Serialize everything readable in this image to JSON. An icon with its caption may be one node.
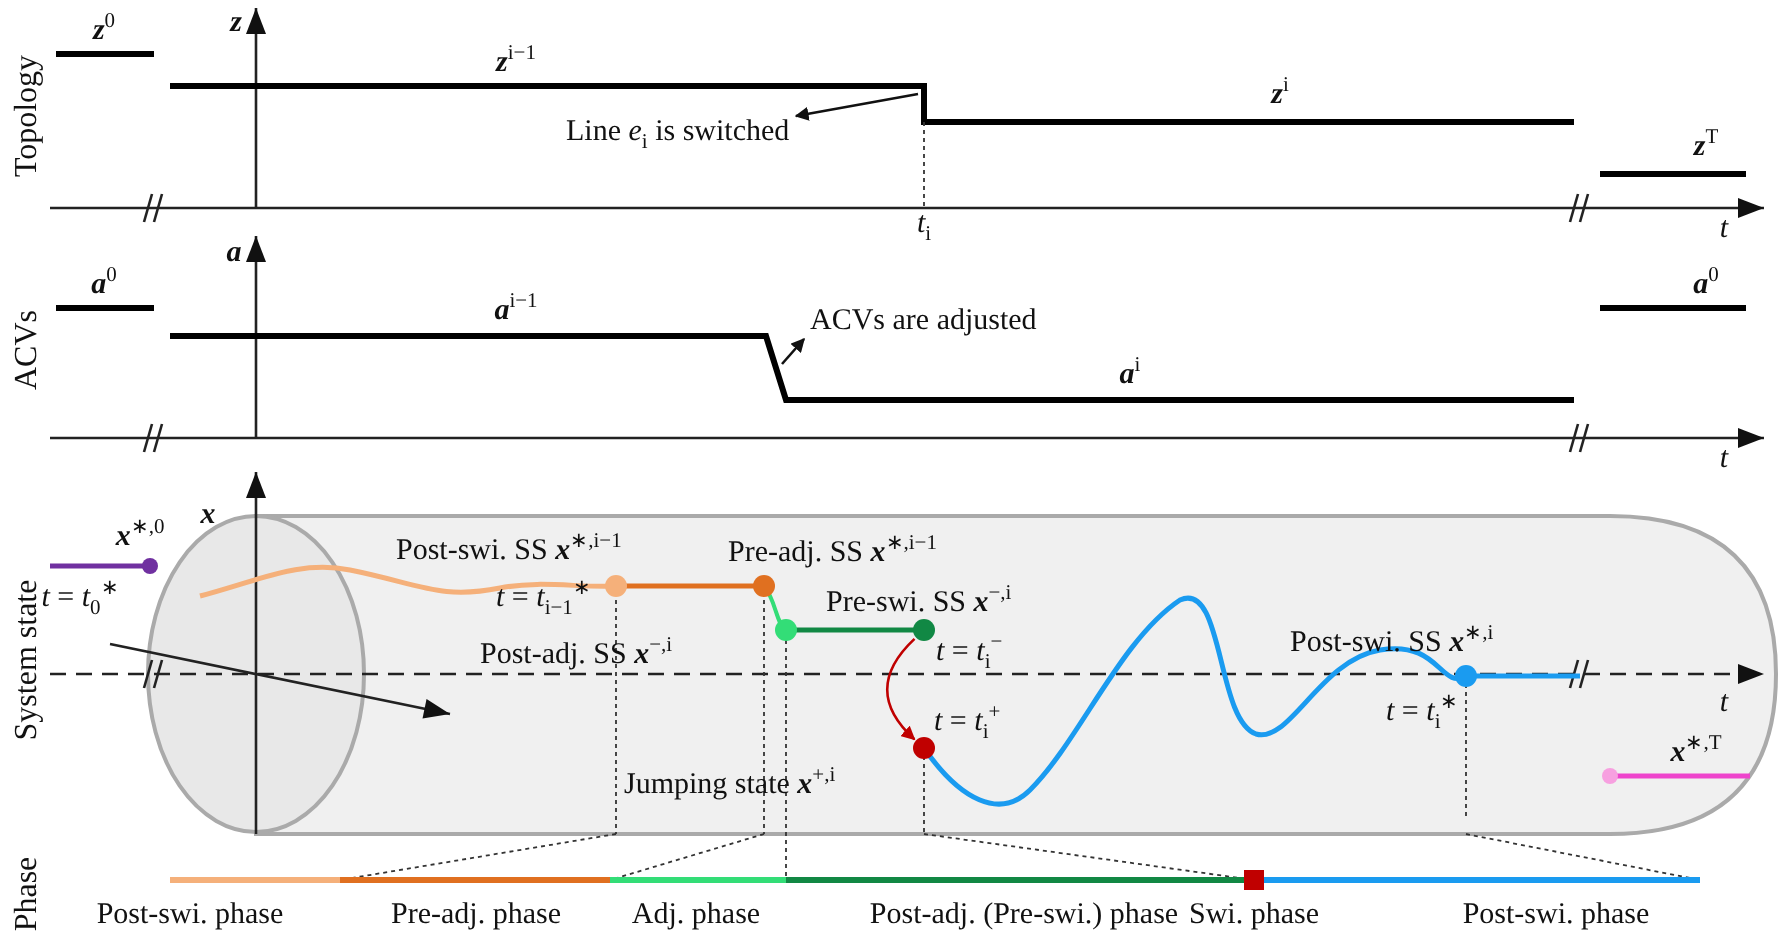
{
  "diagram": {
    "nodes": [
      {
        "text": [
          "Line *e*$_{i}$ is switched"
        ]
      },
      {
        "text": [
          "ACVs are adjusted"
        ]
      },
      {
        "text": [],
        "shape": "circle"
      },
      {
        "text": [],
        "shape": "circle"
      }
    ],
    "edges": [
      {
        "from": null,
        "to": 0,
        "arrow": "to"
      },
      {
        "from": null,
        "to": 1,
        "arrow": "to"
      },
      {
        "from": 2,
        "to": 3,
        "arrow": "to",
        "color": "#c00000"
      }
    ],
    "labels": [
      "Topology",
      "**z**$^{0}$",
      "**z**",
      "**z**$^{i−1}$",
      "**z**$^{i}$",
      "*t*$_{i}$",
      "**z**$^{T}$",
      "*t*",
      "ACVs",
      "**a**$^{0}$",
      "**a**",
      "**a**$^{i−1}$",
      "**a**$^{i}$",
      "**a**$^{0}$",
      "*t*",
      "System state",
      "**x**",
      "**x**$^{∗,0}$",
      "*t* = *t*$_{0}$$^{∗}$",
      "Post-swi. SS **x**$^{∗,i−1}$",
      "Pre-adj. SS **x**$^{∗,i−1}$",
      "*t* = *t*$_{i−1}$$^{∗}$",
      "Pre-swi. SS **x**$^{−,i}$",
      "Post-adj. SS **x**$^{−,i}$",
      "*t* = *t*$_{i}$$^{−}$",
      "*t* = *t*$_{i}$$^{+}$",
      "Post-swi. SS **x**$^{∗,i}$",
      "*t*",
      "*t* = *t*$_{i}$$^{∗}$",
      "Jumping state **x**$^{+,i}$",
      "**x**$^{∗,T}$",
      "Phase",
      "Post-swi. phase",
      "Pre-adj. phase",
      "Adj. phase",
      "Post-adj. (Pre-swi.) phase",
      "Swi. phase",
      "Post-swi. phase"
    ]
  }
}
